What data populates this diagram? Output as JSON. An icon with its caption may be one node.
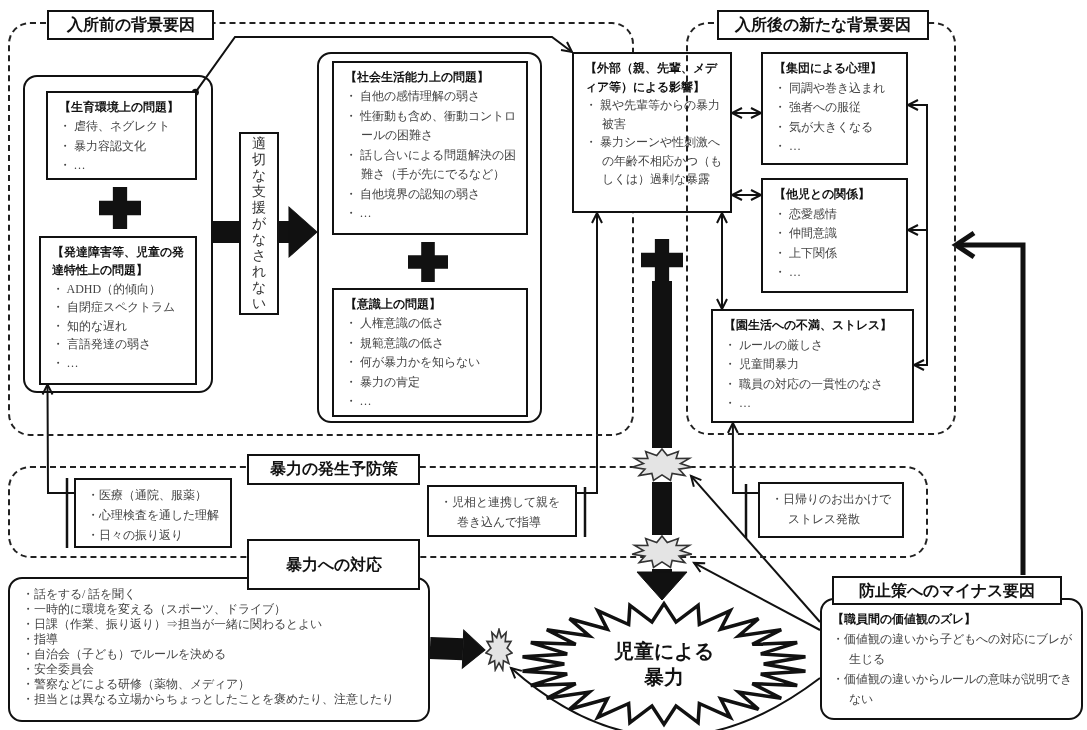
{
  "diagram": {
    "nodes": [
      {
        "text": [
          "入所前の背景要因"
        ]
      },
      {
        "text": [],
        "shape": "box",
        "in": 0
      },
      {
        "text": [
          "【生育環境上の問題】",
          "・ 虐待、ネグレクト",
          "・ 暴力容認文化",
          "・ …"
        ],
        "in": 1
      },
      {
        "text": [
          "【発達障害等、児童の発達特性上の問題】",
          "・ ADHD（的傾向）",
          "・ 自閉症スペクトラム",
          "・ 知的な遅れ",
          "・ 言語発達の弱さ",
          "・ …"
        ],
        "in": 1
      },
      {
        "text": [],
        "shape": "box",
        "in": 0
      },
      {
        "text": [
          "【社会生活能力上の問題】",
          "・ 自他の感情理解の弱さ",
          "・ 性衝動も含め、衝動コントロールの困難さ",
          "・ 話し合いによる問題解決の困難さ（手が先にでるなど）",
          "・ 自他境界の認知の弱さ",
          "・ …"
        ],
        "in": 4
      },
      {
        "text": [
          "【意識上の問題】",
          "・ 人権意識の低さ",
          "・ 規範意識の低さ",
          "・ 何が暴力かを知らない",
          "・ 暴力の肯定",
          "・ …"
        ],
        "in": 4
      },
      {
        "text": [
          "【外部（親、先輩、メディア等）による影響】",
          "・ 親や先輩等からの暴力被害",
          "・ 暴力シーンや性刺激への年齢不相応かつ（もしくは）過剰な暴露"
        ]
      },
      {
        "text": [
          "入所後の新たな背景要因"
        ]
      },
      {
        "text": [
          "【集団による心理】",
          "・ 同調や巻き込まれ",
          "・ 強者への服従",
          "・ 気が大きくなる",
          "・ …"
        ],
        "in": 8
      },
      {
        "text": [
          "【他児との関係】",
          "・ 恋愛感情",
          "・ 仲間意識",
          "・ 上下関係",
          "・ …"
        ],
        "in": 8
      },
      {
        "text": [
          "【園生活への不満、ストレス】",
          "・ ルールの厳しさ",
          "・ 児童間暴力",
          "・ 職員の対応の一貫性のなさ",
          "・ …"
        ],
        "in": 8
      },
      {
        "text": [
          "暴力の発生予防策"
        ]
      },
      {
        "text": [
          "・医療（通院、服薬）",
          "・心理検査を通した理解",
          "・日々の振り返り"
        ],
        "in": 12
      },
      {
        "text": [
          "・児相と連携して親を巻き込んで指導"
        ],
        "in": 12
      },
      {
        "text": [
          "・日帰りのお出かけでストレス発散"
        ],
        "in": 12
      },
      {
        "text": [],
        "shape": "starburst"
      },
      {
        "text": [
          "暴力への対応",
          "・話をする/ 話を聞く",
          "・一時的に環境を変える（スポーツ、ドライブ）",
          "・日課（作業、振り返り）⇒担当が一緒に関わるとよい",
          "・指導",
          "・自治会（子ども）でルールを決める",
          "・安全委員会",
          "・警察などによる研修（薬物、メディア）",
          "・担当とは異なる立場からちょっとしたことを褒めたり、注意したり"
        ]
      },
      {
        "text": [],
        "shape": "starburst"
      },
      {
        "text": [],
        "shape": "starburst"
      },
      {
        "text": [
          "児童による暴力"
        ]
      },
      {
        "text": [
          "防止策へのマイナス要因",
          "【職員間の価値観のズレ】",
          "・価値観の違いから子どもへの対応にブレが生じる",
          "・価値観の違いからルールの意味が説明できない"
        ]
      },
      {
        "text": [],
        "shape": "plus"
      }
    ],
    "edges": [
      {
        "from": 1,
        "to": 4,
        "arrow": "to",
        "style": "thick",
        "label": "適切な支援がなされない"
      },
      {
        "from": 2,
        "to": 7,
        "arrow": "to"
      },
      {
        "from": 7,
        "to": 9,
        "arrow": "both"
      },
      {
        "from": 7,
        "to": 10,
        "arrow": "both"
      },
      {
        "from": 7,
        "to": 11,
        "arrow": "both"
      },
      {
        "from": null,
        "to": 9,
        "arrow": "to"
      },
      {
        "from": null,
        "to": 10,
        "arrow": "to"
      },
      {
        "from": null,
        "to": 11,
        "arrow": "to"
      },
      {
        "from": 13,
        "to": 3,
        "arrow": "to"
      },
      {
        "from": 14,
        "to": 7,
        "arrow": "to"
      },
      {
        "from": 15,
        "to": 11,
        "arrow": "to"
      },
      {
        "from": 22,
        "to": 16,
        "arrow": "none",
        "style": "thick"
      },
      {
        "from": 16,
        "to": 18,
        "arrow": "none",
        "style": "thick"
      },
      {
        "from": 18,
        "to": 20,
        "arrow": "to",
        "style": "thick"
      },
      {
        "from": 17,
        "to": 19,
        "arrow": "to",
        "style": "thick"
      },
      {
        "from": 21,
        "to": 16,
        "arrow": "to"
      },
      {
        "from": 21,
        "to": 18,
        "arrow": "to"
      },
      {
        "from": 21,
        "to": 19,
        "arrow": "to"
      },
      {
        "from": 21,
        "to": 8,
        "arrow": "to",
        "style": "thick"
      }
    ]
  }
}
